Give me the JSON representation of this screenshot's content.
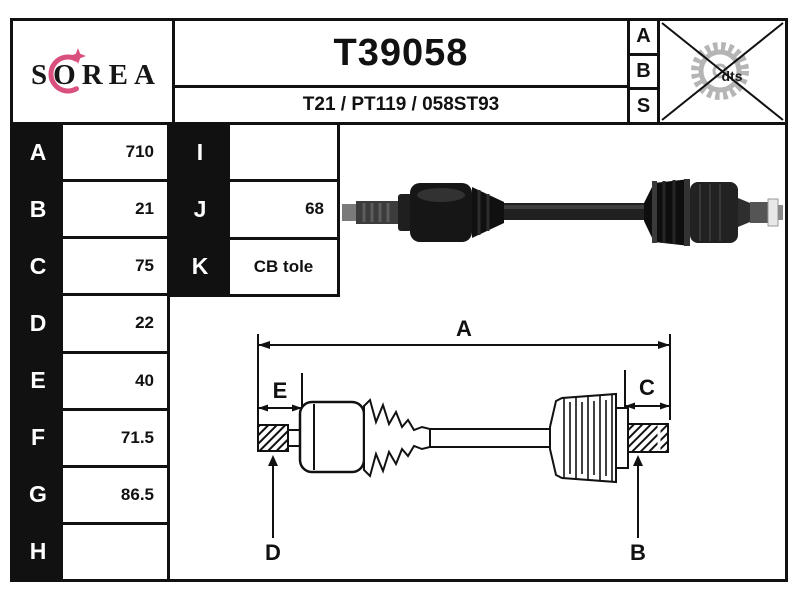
{
  "header": {
    "brand": "SOREA",
    "part_number": "T39058",
    "reference": "T21 / PT119 / 058ST93",
    "abs_letters": [
      "A",
      "B",
      "S"
    ],
    "stamp_text": "dts"
  },
  "spec_table": {
    "rows": [
      {
        "letter": "A",
        "value": "710"
      },
      {
        "letter": "B",
        "value": "21"
      },
      {
        "letter": "C",
        "value": "75"
      },
      {
        "letter": "D",
        "value": "22"
      },
      {
        "letter": "E",
        "value": "40"
      },
      {
        "letter": "F",
        "value": "71.5"
      },
      {
        "letter": "G",
        "value": "86.5"
      },
      {
        "letter": "H",
        "value": ""
      }
    ]
  },
  "aux_table": {
    "rows": [
      {
        "letter": "I",
        "value": ""
      },
      {
        "letter": "J",
        "value": "68"
      },
      {
        "letter": "K",
        "value": "CB tole"
      }
    ]
  },
  "diagram": {
    "dim_overall": "A",
    "dim_left_joint": "E",
    "dim_right_joint": "C",
    "dim_left_spline": "D",
    "dim_right_spline": "B"
  },
  "colors": {
    "accent_swoosh": "#d94f7e",
    "ink": "#111111",
    "gear_gray": "#b5b5b5"
  }
}
